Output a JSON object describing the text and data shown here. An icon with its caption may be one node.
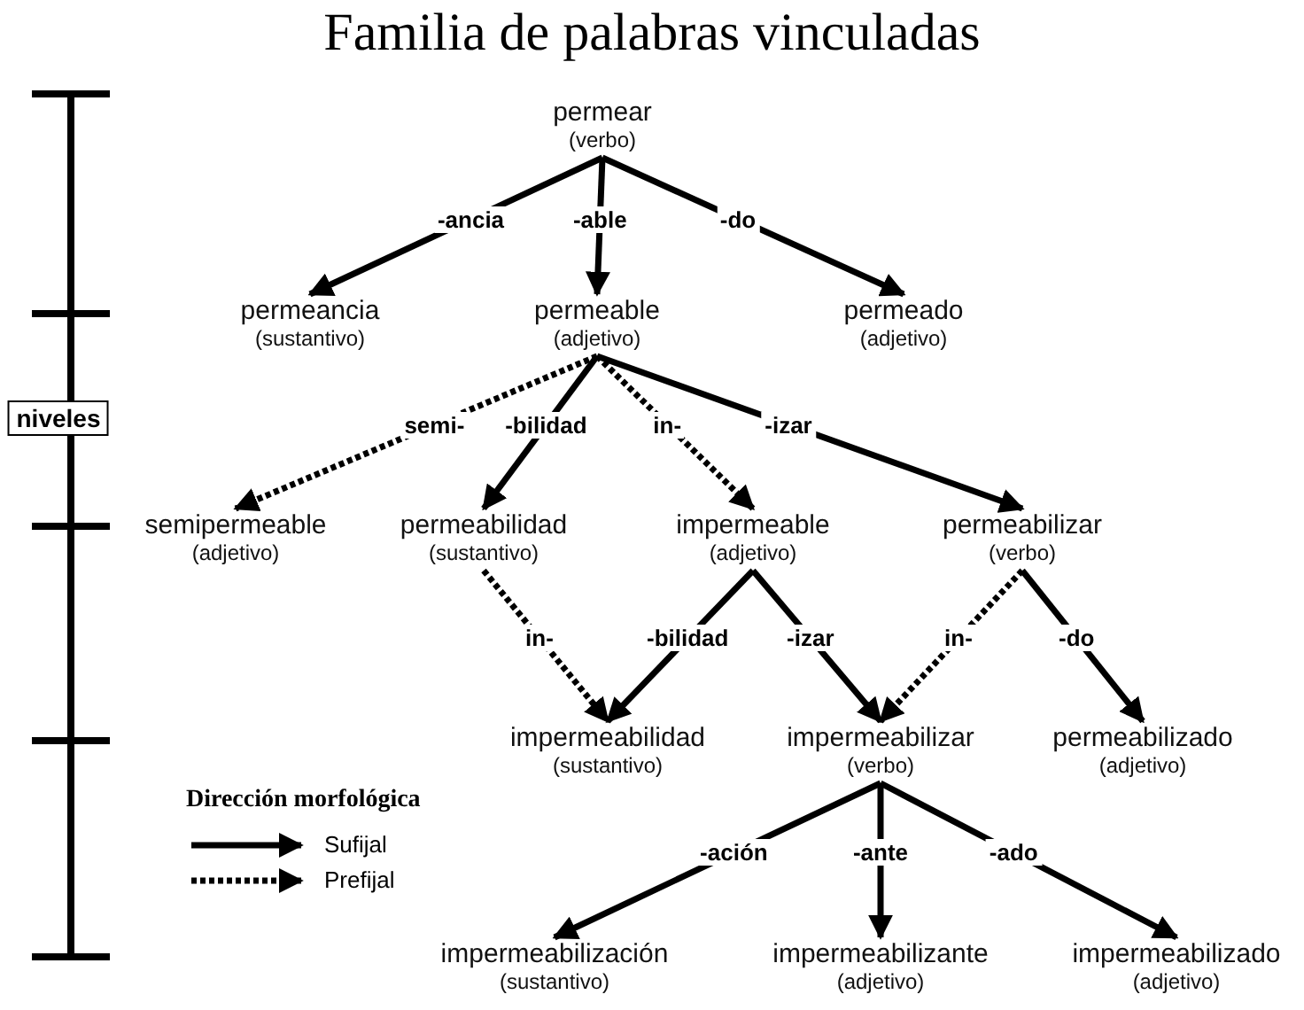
{
  "diagram": {
    "title": "Familia de palabras vinculadas",
    "nodes": [
      {
        "text": [
          "permear",
          "(verbo)"
        ]
      },
      {
        "text": [
          "permeancia",
          "(sustantivo)"
        ]
      },
      {
        "text": [
          "permeable",
          "(adjetivo)"
        ]
      },
      {
        "text": [
          "permeado",
          "(adjetivo)"
        ]
      },
      {
        "text": [
          "semipermeable",
          "(adjetivo)"
        ]
      },
      {
        "text": [
          "permeabilidad",
          "(sustantivo)"
        ]
      },
      {
        "text": [
          "impermeable",
          "(adjetivo)"
        ]
      },
      {
        "text": [
          "permeabilizar",
          "(verbo)"
        ]
      },
      {
        "text": [
          "impermeabilidad",
          "(sustantivo)"
        ]
      },
      {
        "text": [
          "impermeabilizar",
          "(verbo)"
        ]
      },
      {
        "text": [
          "permeabilizado",
          "(adjetivo)"
        ]
      },
      {
        "text": [
          "impermeabilización",
          "(sustantivo)"
        ]
      },
      {
        "text": [
          "impermeabilizante",
          "(adjetivo)"
        ]
      },
      {
        "text": [
          "impermeabilizado",
          "(adjetivo)"
        ]
      },
      {
        "text": [
          "niveles"
        ]
      }
    ],
    "edges": [
      {
        "from": 0,
        "to": 1,
        "arrow": "to",
        "label": "-ancia"
      },
      {
        "from": 0,
        "to": 2,
        "arrow": "to",
        "label": "-able"
      },
      {
        "from": 0,
        "to": 3,
        "arrow": "to",
        "label": "-do"
      },
      {
        "from": 2,
        "to": 4,
        "arrow": "to",
        "label": "semi-",
        "style": "dashed"
      },
      {
        "from": 2,
        "to": 5,
        "arrow": "to",
        "label": "-bilidad"
      },
      {
        "from": 2,
        "to": 6,
        "arrow": "to",
        "label": "in-",
        "style": "dashed"
      },
      {
        "from": 2,
        "to": 7,
        "arrow": "to",
        "label": "-izar"
      },
      {
        "from": 5,
        "to": 8,
        "arrow": "to",
        "label": "in-",
        "style": "dashed"
      },
      {
        "from": 6,
        "to": 8,
        "arrow": "to",
        "label": "-bilidad"
      },
      {
        "from": 6,
        "to": 9,
        "arrow": "to",
        "label": "-izar"
      },
      {
        "from": 7,
        "to": 9,
        "arrow": "to",
        "label": "in-",
        "style": "dashed"
      },
      {
        "from": 7,
        "to": 10,
        "arrow": "to",
        "label": "-do"
      },
      {
        "from": 9,
        "to": 11,
        "arrow": "to",
        "label": "-ación"
      },
      {
        "from": 9,
        "to": 12,
        "arrow": "to",
        "label": "-ante"
      },
      {
        "from": 9,
        "to": 13,
        "arrow": "to",
        "label": "-ado"
      }
    ],
    "labels": [
      "Dirección morfológica"
    ],
    "legend": [
      {
        "text": "Sufijal"
      },
      {
        "text": "Prefijal"
      }
    ]
  }
}
